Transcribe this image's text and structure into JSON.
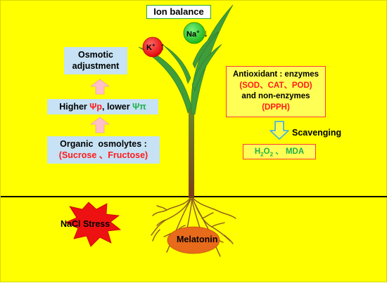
{
  "ion_balance": {
    "label": "Ion balance"
  },
  "potassium": {
    "symbol": "K",
    "charge": "+",
    "trend": "↑",
    "color": "#ff1a1a"
  },
  "sodium": {
    "symbol": "Na",
    "charge": "+",
    "trend": "↓",
    "color": "#22c41f"
  },
  "osmotic": {
    "line1": "Osmotic",
    "line2": "adjustment"
  },
  "psi": {
    "prefix": "Higher ",
    "psi_p": "Ψp",
    "middle": ", lower ",
    "psi_pi": "Ψπ"
  },
  "organic": {
    "line1": "Organic  osmolytes :",
    "line2": "(Sucrose 、Fructose)"
  },
  "antioxidant": {
    "line1": "Antioxidant : enzymes",
    "line2": "(SOD、CAT、POD)",
    "line3": "and non-enzymes",
    "line4": "(DPPH)"
  },
  "scavenging": {
    "label": "Scavenging"
  },
  "ros": {
    "h": "H",
    "sub1": "2",
    "o": "O",
    "sub2": "2",
    "rest": " 、 MDA"
  },
  "stress": {
    "label": "NaCl Stress"
  },
  "melatonin": {
    "label": "Melatonin"
  },
  "colors": {
    "background": "#ffff00",
    "arrow_pink": "#ffc0c8",
    "scavenging_arrow": "#4fb3d9",
    "leaf": "#3f9d3a",
    "stem_top": "#6a8b2a",
    "stem_bottom": "#7b3d1a",
    "root": "#8a5a22",
    "melatonin": "#e86a1b",
    "stress_star": "#ee1111"
  }
}
